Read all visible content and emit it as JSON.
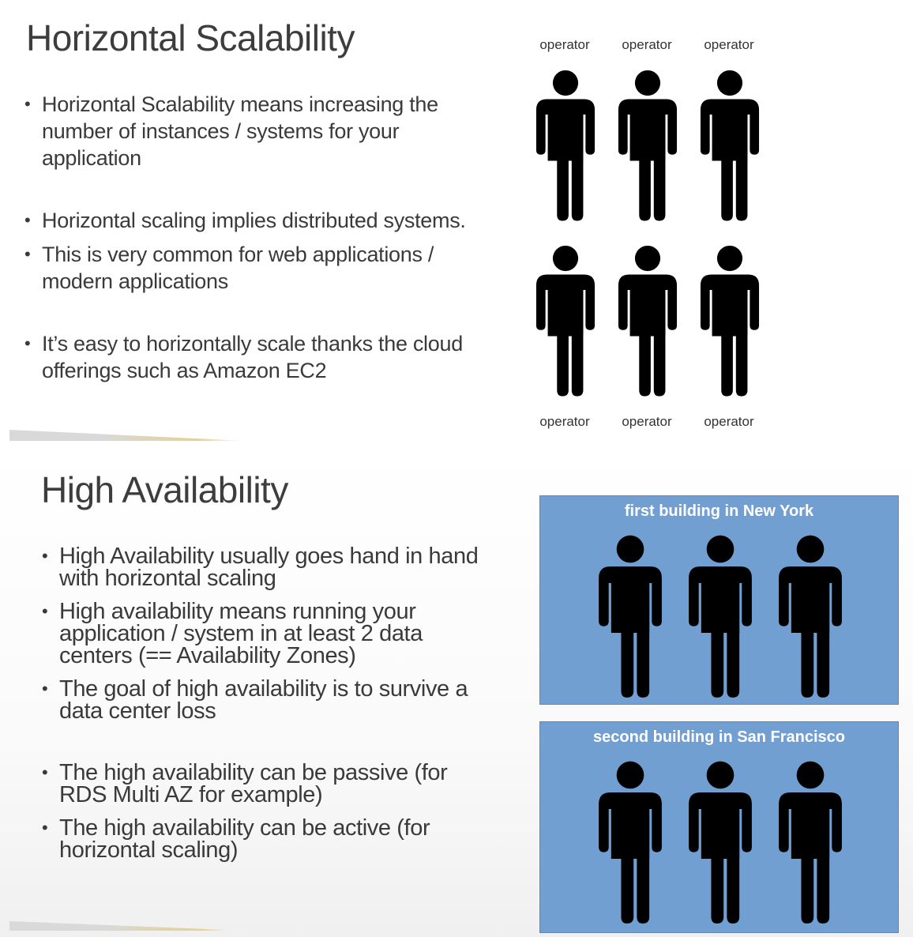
{
  "slide1": {
    "title": "Horizontal Scalability",
    "bullets": [
      "Horizontal Scalability means increasing the number of instances / systems for your application",
      "Horizontal scaling implies distributed systems.",
      "This is very common for web applications / modern applications",
      "It’s easy to horizontally scale thanks the cloud offerings such as Amazon EC2"
    ],
    "operator_labels_top": [
      "operator",
      "operator",
      "operator"
    ],
    "operator_labels_bottom": [
      "operator",
      "operator",
      "operator"
    ],
    "person_icon": "person-icon",
    "person_count": 6
  },
  "slide2": {
    "title": "High Availability",
    "bullets": [
      "High Availability usually goes hand in hand with horizontal scaling",
      "High availability means running your application / system in at least 2 data centers (== Availability Zones)",
      "The goal of high availability is to survive a data center loss",
      "The high availability can be passive (for RDS Multi AZ for example)",
      "The high availability can be active (for horizontal scaling)"
    ],
    "buildings": [
      {
        "label": "first building in New York",
        "person_count": 3
      },
      {
        "label": "second building in San Francisco",
        "person_count": 3
      }
    ]
  },
  "colors": {
    "building_fill": "#729fd2",
    "accent_gold": "#e6c35a",
    "text": "#3a3a3a"
  }
}
